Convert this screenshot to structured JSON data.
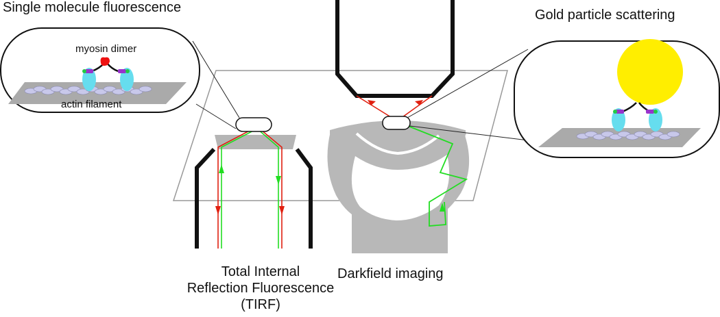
{
  "labels": {
    "single_molecule": "Single molecule fluorescence",
    "gold_particle": "Gold particle scattering",
    "myosin_dimer": "myosin dimer",
    "actin_filament": "actin filament",
    "tirf_line1": "Total Internal",
    "tirf_line2": "Reflection Fluorescence",
    "tirf_line3": "(TIRF)",
    "darkfield": "Darkfield imaging"
  },
  "colors": {
    "excitation_light": "#e02010",
    "emission_light": "#22dd22",
    "gold_particle": "#ffee00",
    "myosin_head": "#66ddee",
    "myosin_neck": "#9933cc",
    "myosin_tag": "#ee2222",
    "condenser": "#bbbbbb",
    "actin": "#b8b8e0"
  }
}
